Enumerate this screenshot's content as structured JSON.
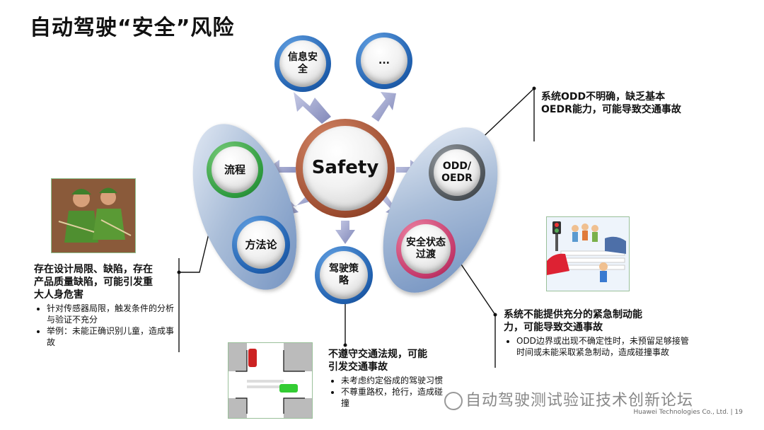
{
  "title": "自动驾驶“安全”风险",
  "center": "Safety",
  "nodes": {
    "info_security": "信息安\n全",
    "ellipsis": "...",
    "process": "流程",
    "methodology": "方法论",
    "strategy": "驾驶策\n略",
    "odd": "ODD/\nOEDR",
    "transition": "安全状态\n过渡"
  },
  "callouts": {
    "top_right": "系统ODD不明确，缺乏基本\nOEDR能力，可能导致交通事故",
    "right": {
      "heading": "系统不能提供充分的紧急制动能\n力，可能导致交通事故",
      "bullets": [
        "ODD边界或出现不确定性时，未预留足够接管时间或未能采取紧急制动，造成碰撞事故"
      ]
    },
    "left": {
      "heading": "存在设计局限、缺陷，存在\n产品质量缺陷，可能引发重\n大人身危害",
      "bullets": [
        "针对传感器局限，触发条件的分析与验证不充分",
        "举例：未能正确识别儿童，造成事故"
      ]
    },
    "bottom": {
      "heading": "不遵守交通法规，可能\n引发交通事故",
      "bullets": [
        "未考虑约定俗成的驾驶习惯",
        "不尊重路权，抢行，造成碰撞"
      ]
    }
  },
  "footer": "Huawei Technologies Co., Ltd.  |  19",
  "watermark": "自动驾驶测试验证技术创新论坛"
}
